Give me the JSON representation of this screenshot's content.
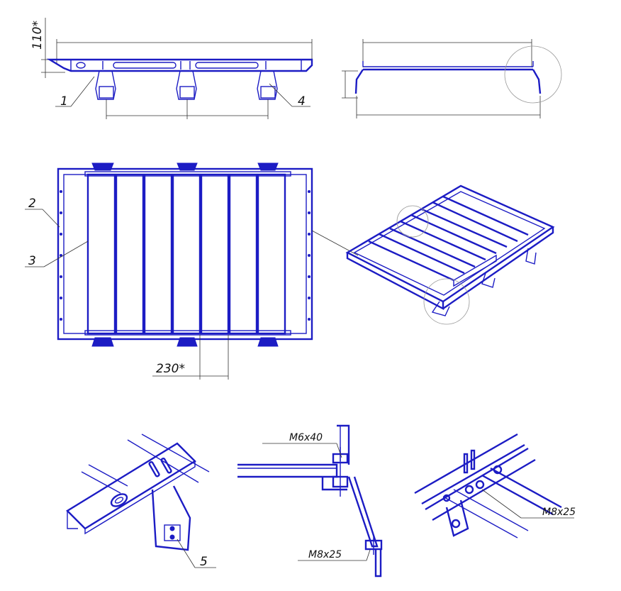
{
  "labels": {
    "callout_1": "1",
    "callout_2": "2",
    "callout_3": "3",
    "callout_4": "4",
    "callout_5": "5",
    "dim_height": "110*",
    "dim_spacing": "230*",
    "bolt_m6x40": "M6x40",
    "bolt_m8x25_a": "M8x25",
    "bolt_m8x25_b": "M8x25"
  },
  "colors": {
    "line": "#1c1cc4",
    "dimension": "#333333",
    "detail_circle": "#999999"
  }
}
